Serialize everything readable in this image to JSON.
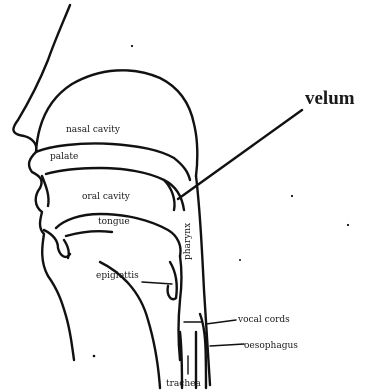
{
  "labels": {
    "velum": "velum",
    "nasal_cavity": "nasal cavity",
    "palate": "palate",
    "oral_cavity": "oral cavity",
    "tongue": "tongue",
    "pharynx": "pharynx",
    "epiglottis": "epiglottis",
    "vocal_cords": "vocal cords",
    "oesophagus": "oesophagus",
    "trachea": "trachea"
  }
}
